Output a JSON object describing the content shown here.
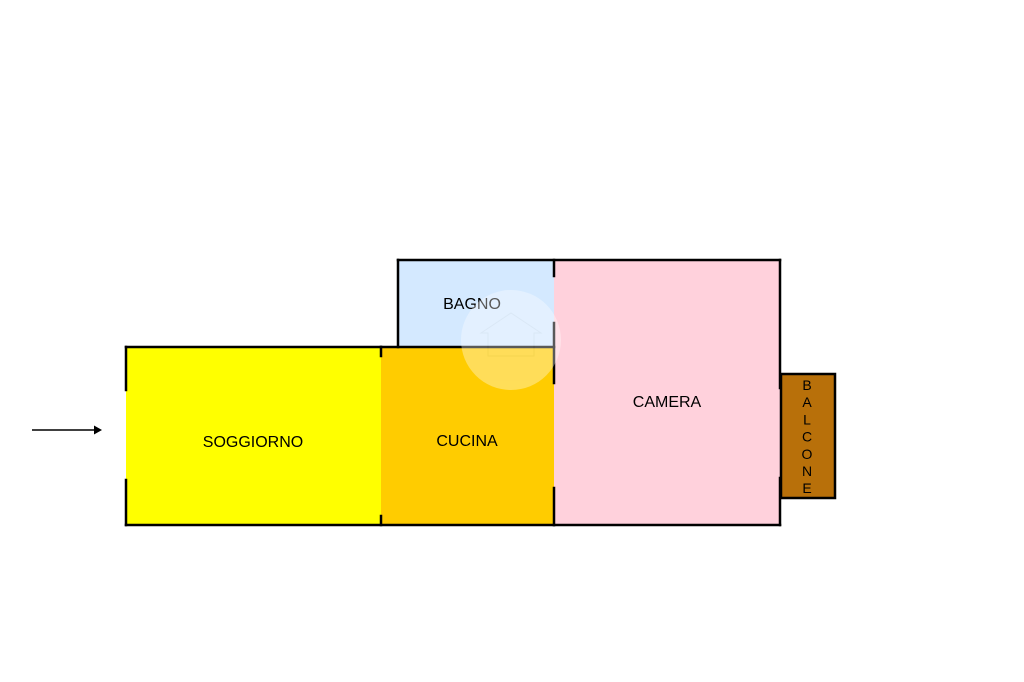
{
  "rooms": {
    "soggiorno": {
      "label": "SOGGIORNO",
      "color": "#FFFF00"
    },
    "cucina": {
      "label": "CUCINA",
      "color": "#FFCC00"
    },
    "bagno": {
      "label": "BAGNO",
      "color": "#D4E9FF"
    },
    "camera": {
      "label": "CAMERA",
      "color": "#FFD1DC"
    },
    "balcone": {
      "label": "BALCONE",
      "color": "#B8700A"
    }
  },
  "colors": {
    "wall": "#000000",
    "background": "#FFFFFF",
    "watermark": "#FFFFFF"
  },
  "icons": {
    "entrance": "entrance-arrow-icon",
    "watermark": "house-watermark-icon"
  }
}
